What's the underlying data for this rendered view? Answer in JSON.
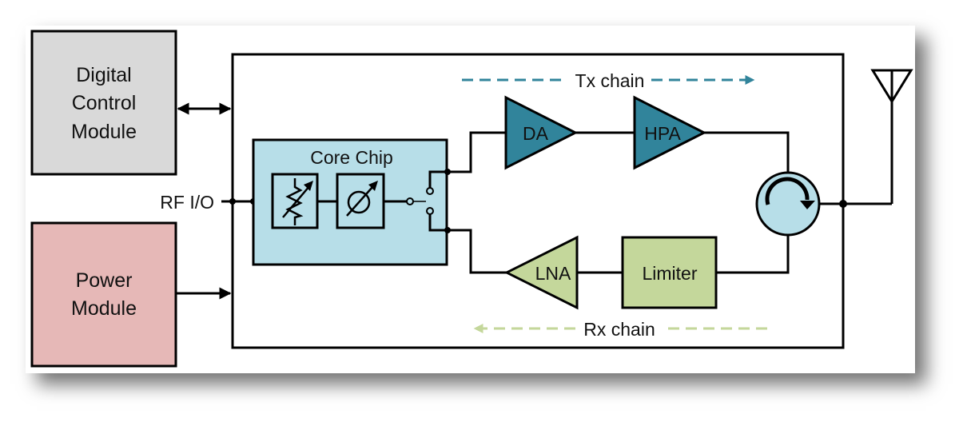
{
  "diagram": {
    "modules": {
      "digital_control": {
        "lines": [
          "Digital",
          "Control",
          "Module"
        ],
        "fill": "#d9d9d9"
      },
      "power": {
        "lines": [
          "Power",
          "Module"
        ],
        "fill": "#e6b8b7"
      }
    },
    "rf_io_label": "RF I/O",
    "core_chip": {
      "label": "Core Chip",
      "fill": "#b7dee8",
      "components": [
        "variable-attenuator",
        "phase-shifter",
        "tr-switch"
      ]
    },
    "tx_chain": {
      "label": "Tx chain",
      "color": "#31849b",
      "direction": "right",
      "amplifiers": [
        {
          "label": "DA"
        },
        {
          "label": "HPA"
        }
      ]
    },
    "rx_chain": {
      "label": "Rx chain",
      "color": "#c4d79b",
      "direction": "left",
      "lna": {
        "label": "LNA"
      },
      "limiter": {
        "label": "Limiter"
      }
    },
    "circulator": {
      "fill": "#b7dee8"
    },
    "antenna": {
      "name": "antenna"
    }
  }
}
